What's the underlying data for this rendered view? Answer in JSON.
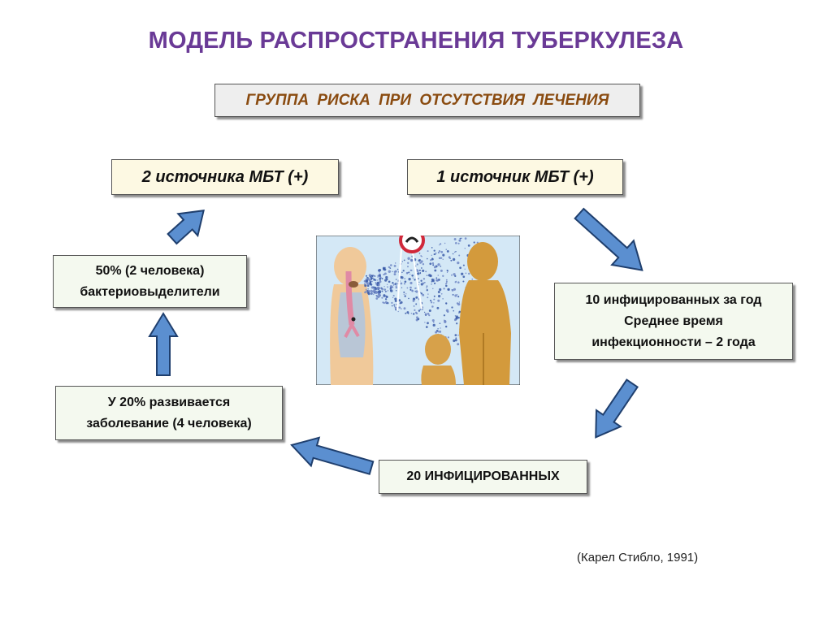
{
  "title": "МОДЕЛЬ РАСПРОСТРАНЕНИЯ ТУБЕРКУЛЕЗА",
  "risk_group": "ГРУППА РИСКА ПРИ ОТСУТСТВИЯ ЛЕЧЕНИЯ",
  "nodes": {
    "sources_2": "2 источника МБТ (+)",
    "source_1": "1 источник МБТ (+)",
    "infected_10": [
      "10 инфицированных за год",
      "Среднее время",
      "инфекционности – 2 года"
    ],
    "infected_20": "20 ИНФИЦИРОВАННЫХ",
    "disease_20pct": [
      "У 20% развивается",
      "заболевание (4 человека)"
    ],
    "bacteria_50pct": [
      "50% (2 человека)",
      "бактериовыделители"
    ]
  },
  "citation": "(Карел Стибло, 1991)",
  "colors": {
    "title": "#6a3a96",
    "risk_text": "#8a4b10",
    "arrow_fill": "#5b8fd0",
    "arrow_stroke": "#1f3f6e",
    "yellow_box": "#fdf9e3",
    "green_box": "#f4f9ef"
  }
}
